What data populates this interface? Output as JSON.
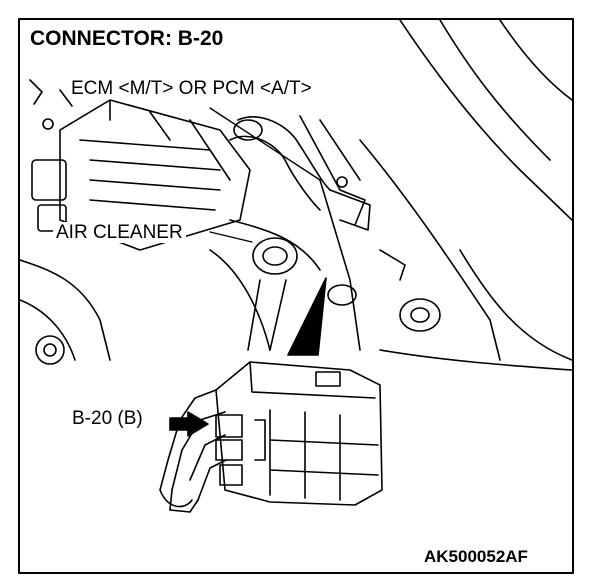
{
  "title": "CONNECTOR: B-20",
  "labels": {
    "ecm": "ECM <M/T> OR PCM <A/T>",
    "air_cleaner": "AIR CLEANER",
    "connector": "B-20 (B)"
  },
  "figure_code": "AK500052AF",
  "colors": {
    "line": "#000000",
    "background": "#ffffff"
  }
}
